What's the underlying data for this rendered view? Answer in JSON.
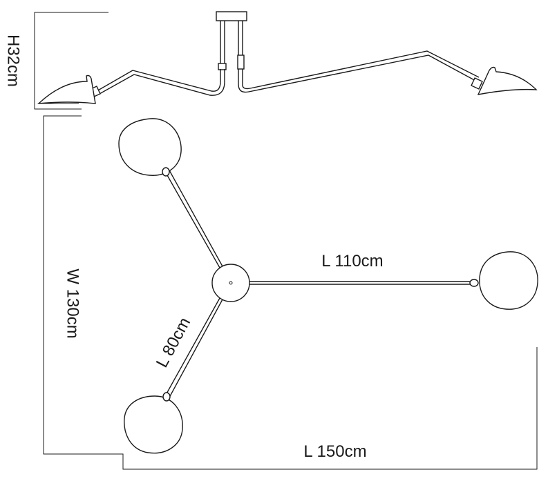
{
  "dimensions": {
    "height": "H32cm",
    "width": "W 130cm",
    "arm_long": "L 110cm",
    "arm_short": "L 80cm",
    "total_length": "L 150cm"
  }
}
